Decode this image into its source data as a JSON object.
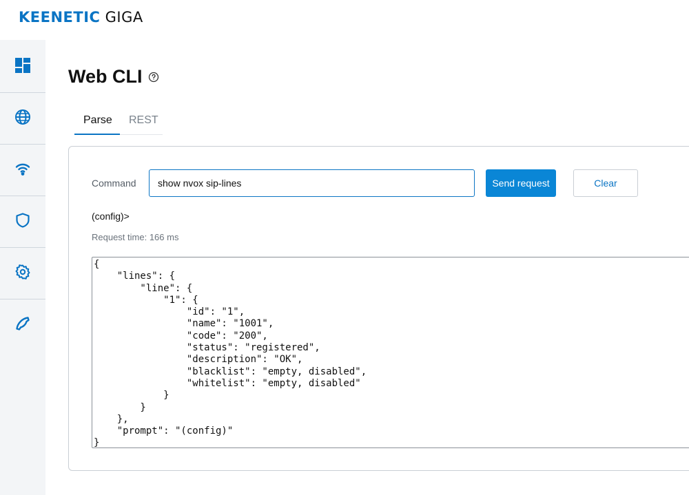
{
  "header": {
    "brand": "KEENETIC",
    "model": "GIGA"
  },
  "sidebar": {
    "items": [
      {
        "icon": "dashboard-icon"
      },
      {
        "icon": "globe-icon"
      },
      {
        "icon": "wifi-icon"
      },
      {
        "icon": "shield-icon"
      },
      {
        "icon": "gear-icon"
      },
      {
        "icon": "phone-icon"
      }
    ]
  },
  "page": {
    "title": "Web CLI",
    "help_icon": "help-circle-icon"
  },
  "tabs": [
    {
      "label": "Parse",
      "active": true
    },
    {
      "label": "REST",
      "active": false
    }
  ],
  "form": {
    "command_label": "Command",
    "command_value": "show nvox sip-lines",
    "send_label": "Send request",
    "clear_label": "Clear"
  },
  "result": {
    "prompt": "(config)>",
    "request_time": "Request time: 166 ms",
    "output": "{\n    \"lines\": {\n        \"line\": {\n            \"1\": {\n                \"id\": \"1\",\n                \"name\": \"1001\",\n                \"code\": \"200\",\n                \"status\": \"registered\",\n                \"description\": \"OK\",\n                \"blacklist\": \"empty, disabled\",\n                \"whitelist\": \"empty, disabled\"\n            }\n        }\n    },\n    \"prompt\": \"(config)\"\n}"
  },
  "colors": {
    "accent": "#0a74c4",
    "button": "#0a86d6",
    "sidebar_bg": "#f3f5f7"
  }
}
